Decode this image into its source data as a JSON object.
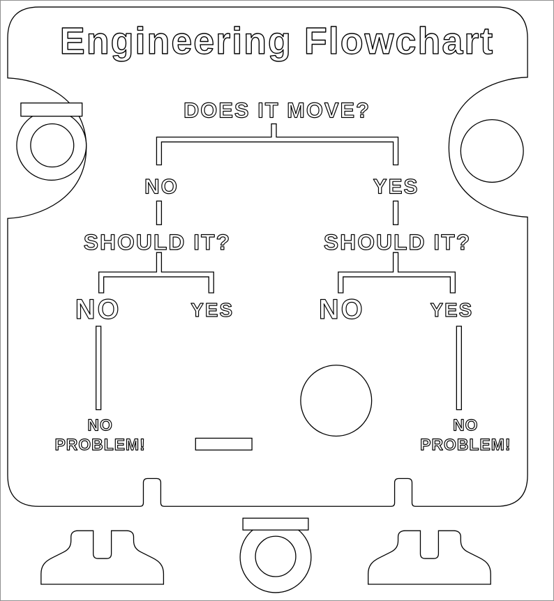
{
  "canvas": {
    "background": "#ffffff",
    "line_color": "#000000",
    "border_color": "#8f8f8f"
  },
  "title": "Engineering Flowchart",
  "flowchart": {
    "root_question": "DOES IT MOVE?",
    "left": {
      "answer": "NO",
      "question": "SHOULD IT?",
      "no_label": "NO",
      "yes_label": "YES",
      "outcome_line1": "NO",
      "outcome_line2": "PROBLEM!"
    },
    "right": {
      "answer": "YES",
      "question": "SHOULD IT?",
      "no_label": "NO",
      "yes_label": "YES",
      "outcome_line1": "NO",
      "outcome_line2": "PROBLEM!"
    }
  }
}
